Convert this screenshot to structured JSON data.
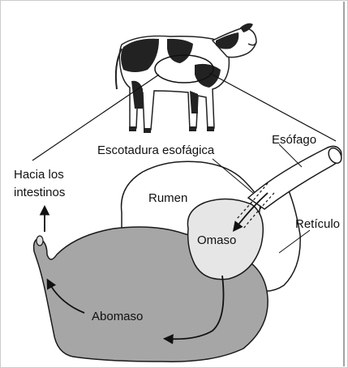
{
  "diagram": {
    "labels": {
      "hacia": [
        "Hacia los",
        "intestinos"
      ],
      "escotadura": "Escotadura esofágica",
      "esofago": "Esófago",
      "rumen": "Rumen",
      "reticulo": "Retículo",
      "omaso": "Omaso",
      "abomaso": "Abomaso"
    },
    "colors": {
      "abomaso_fill": "#a6a6a6",
      "omaso_fill": "#e6e6e6",
      "organ_outline": "#1a1a1a",
      "rumen_fill": "#ffffff",
      "reticulo_fill": "#ffffff"
    },
    "icons": {
      "calf": "calf-illustration-icon"
    }
  }
}
